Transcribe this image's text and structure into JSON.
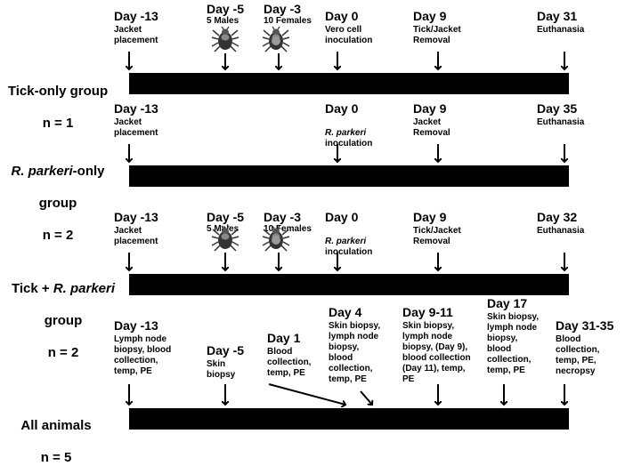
{
  "rows": [
    {
      "group_label": "Tick-only group",
      "group_n": "n = 1",
      "events": [
        {
          "day": "Day -13",
          "desc": "Jacket\nplacement"
        },
        {
          "day": "Day -5",
          "desc": "5 Males",
          "icon": "tick-icon"
        },
        {
          "day": "Day -3",
          "desc": "10 Females",
          "icon": "tick-icon"
        },
        {
          "day": "Day 0",
          "desc": "Vero cell\ninoculation"
        },
        {
          "day": "Day 9",
          "desc": "Tick/Jacket\nRemoval"
        },
        {
          "day": "Day 31",
          "desc": "Euthanasia"
        }
      ]
    },
    {
      "group_label_italic": "R. parkeri",
      "group_label_rest": "-only",
      "group_label_line2": "group",
      "group_n": "n = 2",
      "events": [
        {
          "day": "Day -13",
          "desc": "Jacket\nplacement"
        },
        {
          "day": "Day 0",
          "desc_italic": "R. parkeri",
          "desc_rest": "inoculation"
        },
        {
          "day": "Day 9",
          "desc": "Jacket\nRemoval"
        },
        {
          "day": "Day 35",
          "desc": "Euthanasia"
        }
      ]
    },
    {
      "group_label_prefix": "Tick + ",
      "group_label_italic": "R. parkeri",
      "group_label_line2": "group",
      "group_n": "n = 2",
      "events": [
        {
          "day": "Day -13",
          "desc": "Jacket\nplacement"
        },
        {
          "day": "Day -5",
          "desc": "5 Males",
          "icon": "tick-icon"
        },
        {
          "day": "Day -3",
          "desc": "10 Females",
          "icon": "tick-icon"
        },
        {
          "day": "Day 0",
          "desc_italic": "R. parkeri",
          "desc_rest": "inoculation"
        },
        {
          "day": "Day 9",
          "desc": "Tick/Jacket\nRemoval"
        },
        {
          "day": "Day 32",
          "desc": "Euthanasia"
        }
      ]
    },
    {
      "group_label": "All animals",
      "group_n": "n = 5",
      "events": [
        {
          "day": "Day -13",
          "desc": "Lymph node\nbiopsy, blood\ncollection,\ntemp, PE"
        },
        {
          "day": "Day -5",
          "desc": "Skin\nbiopsy"
        },
        {
          "day": "Day 1",
          "desc": "Blood\ncollection,\ntemp, PE"
        },
        {
          "day": "Day 4",
          "desc": "Skin biopsy,\nlymph node\nbiopsy,\nblood\ncollection,\ntemp, PE"
        },
        {
          "day": "Day 9-11",
          "desc": "Skin biopsy,\nlymph node\nbiopsy, (Day 9),\nblood collection\n(Day 11), temp,\nPE"
        },
        {
          "day": "Day 17",
          "desc": "Skin biopsy,\nlymph node\nbiopsy,\nblood\ncollection,\ntemp, PE"
        },
        {
          "day": "Day 31-35",
          "desc": "Blood\ncollection,\ntemp, PE,\nnecropsy"
        }
      ]
    }
  ]
}
